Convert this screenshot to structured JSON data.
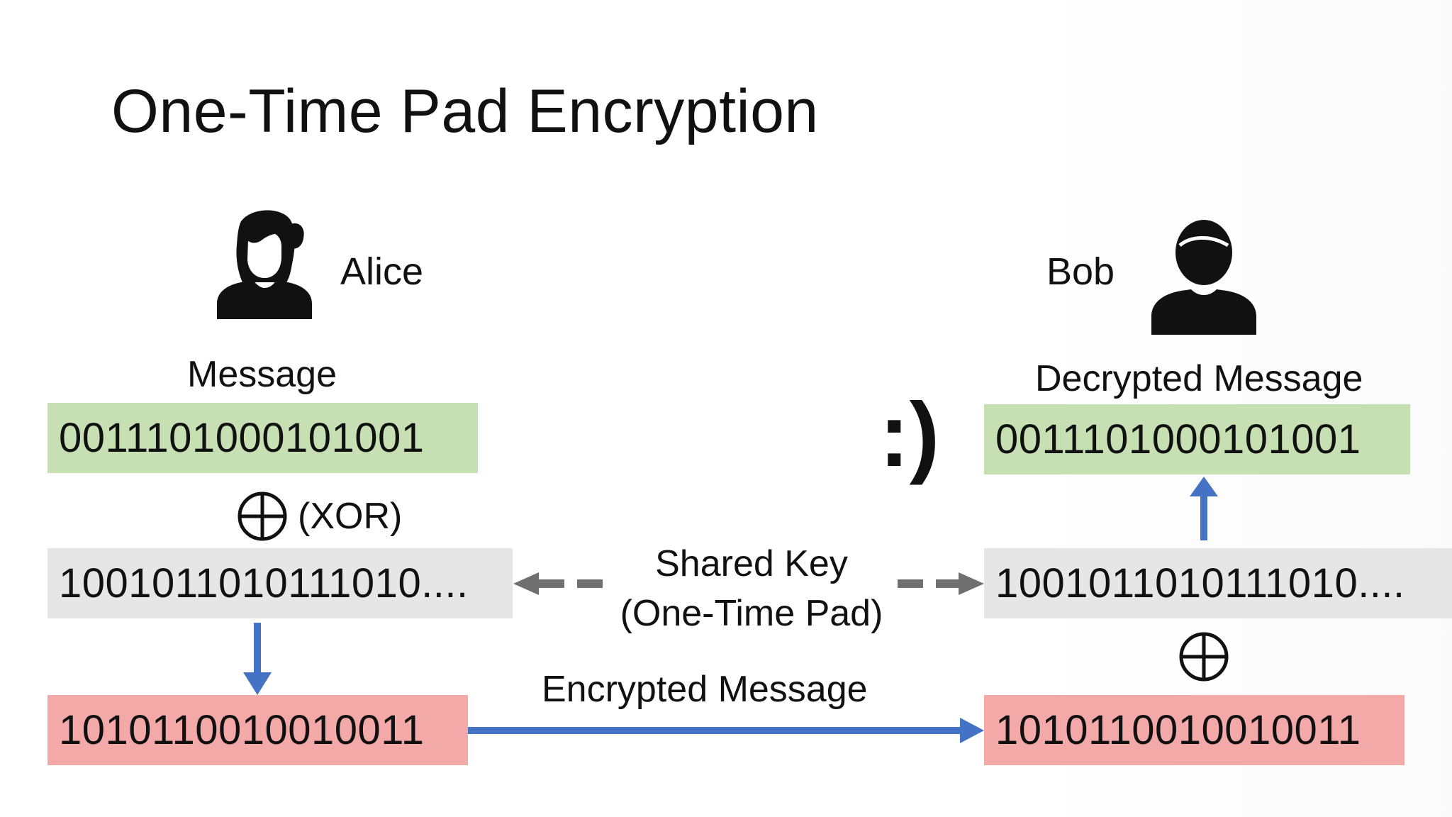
{
  "title": "One-Time Pad Encryption",
  "alice": {
    "name": "Alice",
    "message_label": "Message",
    "message_bits": "0011101000101001",
    "xor_label": "(XOR)",
    "key_bits": "1001011010111010....",
    "encrypted_bits": "1010110010010011"
  },
  "bob": {
    "name": "Bob",
    "decrypted_label": "Decrypted Message",
    "decrypted_bits": "0011101000101001",
    "key_bits": "1001011010111010....",
    "encrypted_bits": "1010110010010011"
  },
  "shared_key": {
    "line1": "Shared Key",
    "line2": "(One-Time Pad)"
  },
  "encrypted_label": "Encrypted Message",
  "smiley": ":)",
  "colors": {
    "message_box": "#c6e0b4",
    "key_box": "#e7e6e6",
    "encrypted_box": "#f4a9a9",
    "arrow_blue": "#4472c4",
    "arrow_gray": "#707070"
  },
  "icons": {
    "alice": "female-user-icon",
    "bob": "male-user-icon",
    "xor": "xor-circle-plus-icon"
  }
}
